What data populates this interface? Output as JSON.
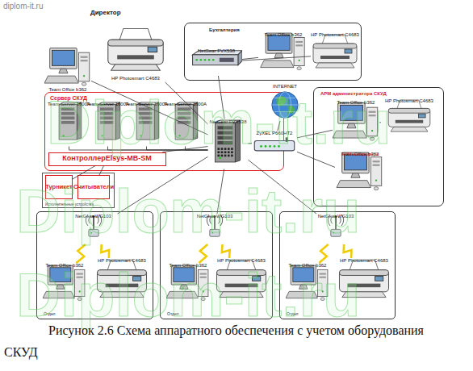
{
  "diagram": {
    "caption": "Рисунок 2.6 Схема аппаратного обеспечения с учетом оборудования СКУД",
    "nodes": [
      {
        "text": [
          "Team Office b362"
        ]
      },
      {
        "text": [
          "HP Photosmart C4683"
        ]
      },
      {
        "text": [
          "Бухгалтерия"
        ]
      },
      {
        "text": [
          "NetGear FVX538"
        ],
        "in": 2
      },
      {
        "text": [
          "Team Office b362"
        ],
        "in": 2
      },
      {
        "text": [
          "HP Photosmart C4683"
        ],
        "in": 2
      },
      {
        "text": [
          "Сервер СКУД"
        ]
      },
      {
        "text": [
          "Team Server 1600A"
        ],
        "in": 6
      },
      {
        "text": [
          "Team Server 1600A"
        ],
        "in": 6
      },
      {
        "text": [
          "Team Server 1600A"
        ],
        "in": 6
      },
      {
        "text": [
          "Team Server 1600A"
        ],
        "in": 6
      },
      {
        "text": [
          "NetGear FVX538"
        ],
        "in": 6
      },
      {
        "text": [
          "КонтроллерElsys-MB-SM"
        ],
        "in": 6
      },
      {
        "text": [
          "Исполнительные устройства"
        ]
      },
      {
        "text": [
          "Турникет"
        ],
        "in": 13
      },
      {
        "text": [
          "Считыватели"
        ],
        "in": 13
      },
      {
        "text": [
          "INTERNET"
        ]
      },
      {
        "text": [
          "ZyXEL P660HT2"
        ]
      },
      {
        "text": [
          "АРМ администратора СКУД"
        ]
      },
      {
        "text": [
          "Team Office b362"
        ],
        "in": 18
      },
      {
        "text": [
          "HP Photosmart C4683"
        ],
        "in": 18
      },
      {
        "text": [
          "Team Office b362",
          "АРМ контролера"
        ],
        "in": 18
      },
      {
        "text": [
          "Отдел"
        ]
      },
      {
        "text": [
          "NetGear WG103"
        ],
        "in": 22
      },
      {
        "text": [
          "Team Office b362"
        ],
        "in": 22
      },
      {
        "text": [
          "HP Photosmart C4683"
        ],
        "in": 22
      },
      {
        "text": [
          "Отдел"
        ]
      },
      {
        "text": [
          "NetGear WG103"
        ],
        "in": 26
      },
      {
        "text": [
          "Team Office b362"
        ],
        "in": 26
      },
      {
        "text": [
          "HP Photosmart C4683"
        ],
        "in": 26
      },
      {
        "text": [
          "Отдел"
        ]
      },
      {
        "text": [
          "NetGear WG103"
        ],
        "in": 30
      },
      {
        "text": [
          "Team Office b362"
        ],
        "in": 30
      },
      {
        "text": [
          "HP Photosmart C4683"
        ],
        "in": 30
      }
    ],
    "edges": [
      {
        "from": 11,
        "to": 0,
        "arrow": "none"
      },
      {
        "from": 11,
        "to": 1,
        "arrow": "none"
      },
      {
        "from": 11,
        "to": 3,
        "arrow": "none"
      },
      {
        "from": 3,
        "to": 4,
        "arrow": "none"
      },
      {
        "from": 3,
        "to": 5,
        "arrow": "none"
      },
      {
        "from": 7,
        "to": 11,
        "arrow": "none"
      },
      {
        "from": 8,
        "to": 11,
        "arrow": "none"
      },
      {
        "from": 9,
        "to": 11,
        "arrow": "none"
      },
      {
        "from": 10,
        "to": 11,
        "arrow": "none"
      },
      {
        "from": 12,
        "to": 11,
        "arrow": "none"
      },
      {
        "from": 12,
        "to": 14,
        "arrow": "none"
      },
      {
        "from": 12,
        "to": 15,
        "arrow": "none"
      },
      {
        "from": 11,
        "to": 17,
        "arrow": "none"
      },
      {
        "from": 17,
        "to": 16,
        "arrow": "none"
      },
      {
        "from": 17,
        "to": 19,
        "arrow": "none"
      },
      {
        "from": 17,
        "to": 21,
        "arrow": "none"
      },
      {
        "from": 19,
        "to": 20,
        "arrow": "none"
      },
      {
        "from": 11,
        "to": 23,
        "arrow": "none"
      },
      {
        "from": 23,
        "to": 24,
        "arrow": "none"
      },
      {
        "from": 23,
        "to": 25,
        "arrow": "none"
      },
      {
        "from": 11,
        "to": 27,
        "arrow": "none"
      },
      {
        "from": 27,
        "to": 28,
        "arrow": "none"
      },
      {
        "from": 27,
        "to": 29,
        "arrow": "none"
      },
      {
        "from": 11,
        "to": 31,
        "arrow": "none"
      },
      {
        "from": 31,
        "to": 32,
        "arrow": "none"
      },
      {
        "from": 31,
        "to": 33,
        "arrow": "none"
      }
    ],
    "labels": [
      "diplom-it.ru",
      "Директор",
      "Diplom-it.ru",
      "Diplom-it.ru",
      "Diplom-it.ru"
    ]
  }
}
